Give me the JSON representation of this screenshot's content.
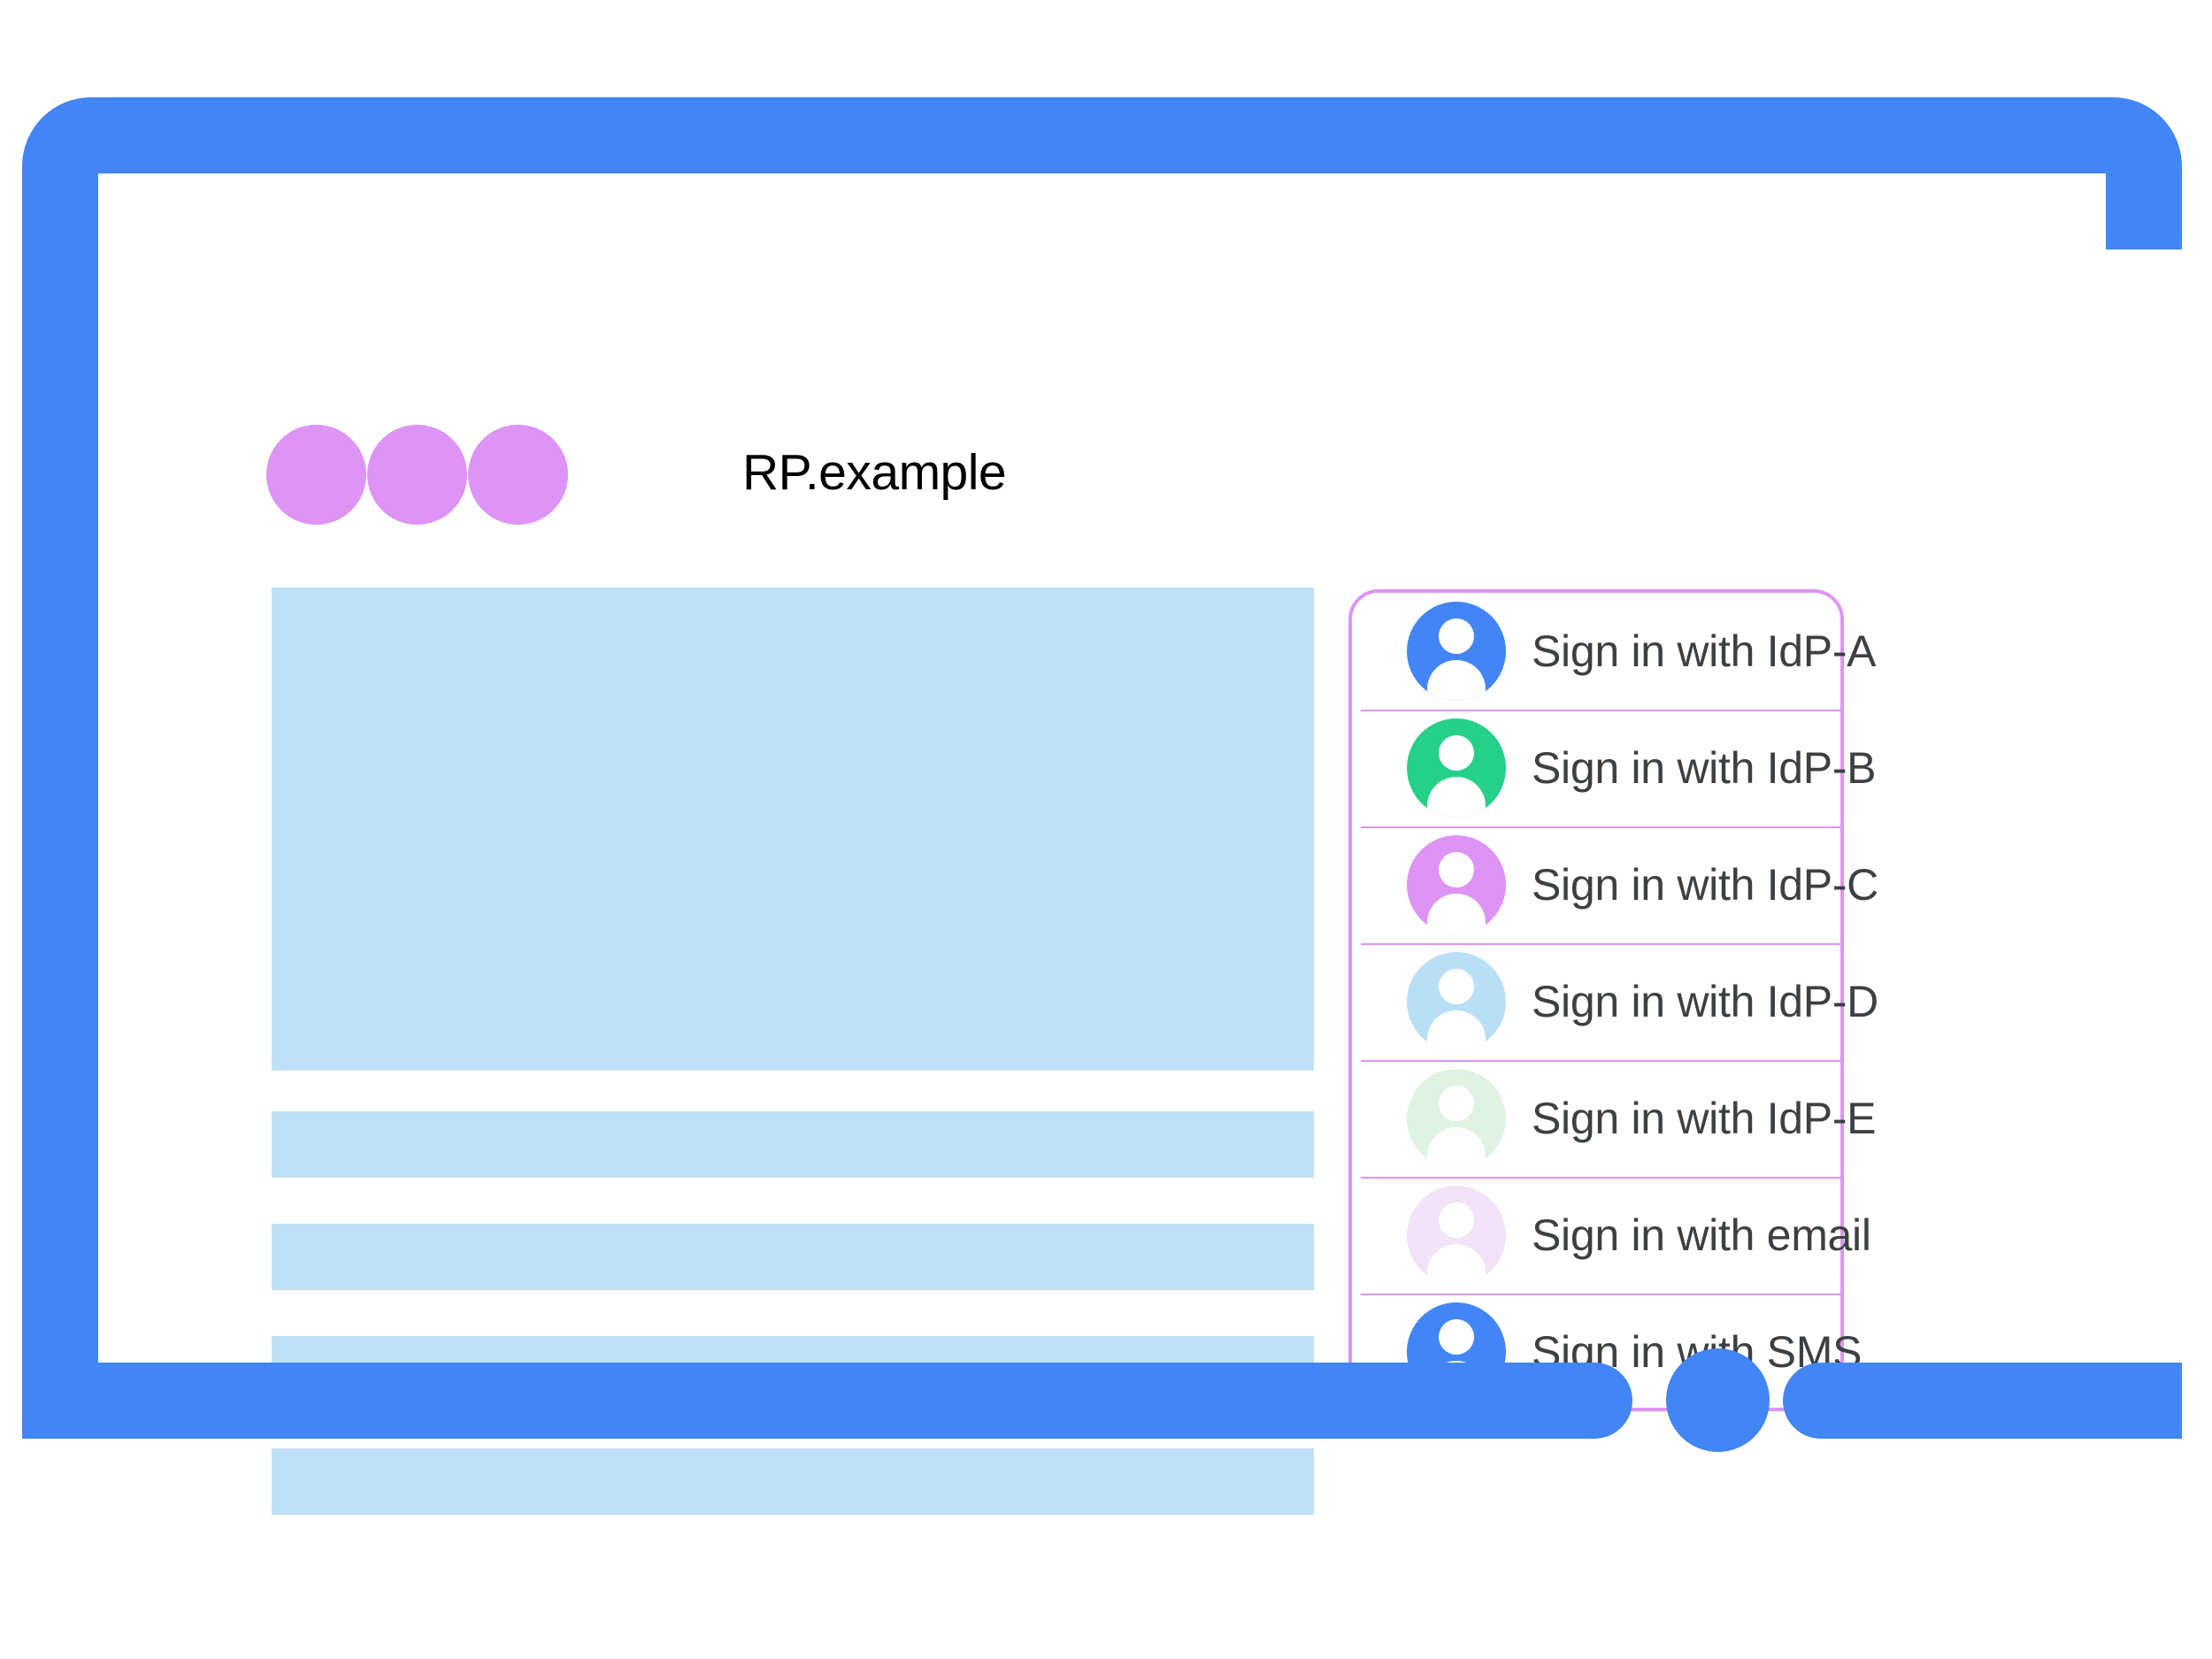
{
  "colors": {
    "device_blue": "#4285f4",
    "title_dot_purple": "#dd94f5",
    "panel_border_purple": "#dd94f5",
    "skeleton_blue": "#bfe1f7",
    "label_text": "#3c4043",
    "title_text": "#000000"
  },
  "window": {
    "title": "RP.example",
    "traffic_dots": [
      "dot-1",
      "dot-2",
      "dot-3"
    ]
  },
  "content_skeleton": {
    "blocks": [
      {
        "name": "hero-block"
      },
      {
        "name": "text-bar-1"
      },
      {
        "name": "text-bar-2"
      },
      {
        "name": "text-bar-3"
      },
      {
        "name": "text-bar-4"
      }
    ]
  },
  "signin_panel": {
    "rows": [
      {
        "label": "Sign in with IdP-A",
        "avatar_color": "#4285f4",
        "icon": "person-avatar-icon"
      },
      {
        "label": "Sign in with IdP-B",
        "avatar_color": "#25d088",
        "icon": "person-avatar-icon"
      },
      {
        "label": "Sign in with IdP-C",
        "avatar_color": "#dd94f5",
        "icon": "person-avatar-icon"
      },
      {
        "label": "Sign in with IdP-D",
        "avatar_color": "#b9dff6",
        "icon": "person-avatar-icon"
      },
      {
        "label": "Sign in with IdP-E",
        "avatar_color": "#dff3e2",
        "icon": "person-avatar-icon"
      },
      {
        "label": "Sign in with email",
        "avatar_color": "#f2e3f8",
        "icon": "person-avatar-icon"
      },
      {
        "label": "Sign in with SMS",
        "avatar_color": "#4285f4",
        "icon": "person-avatar-icon"
      }
    ]
  },
  "device": {
    "home_button": "home-button"
  }
}
